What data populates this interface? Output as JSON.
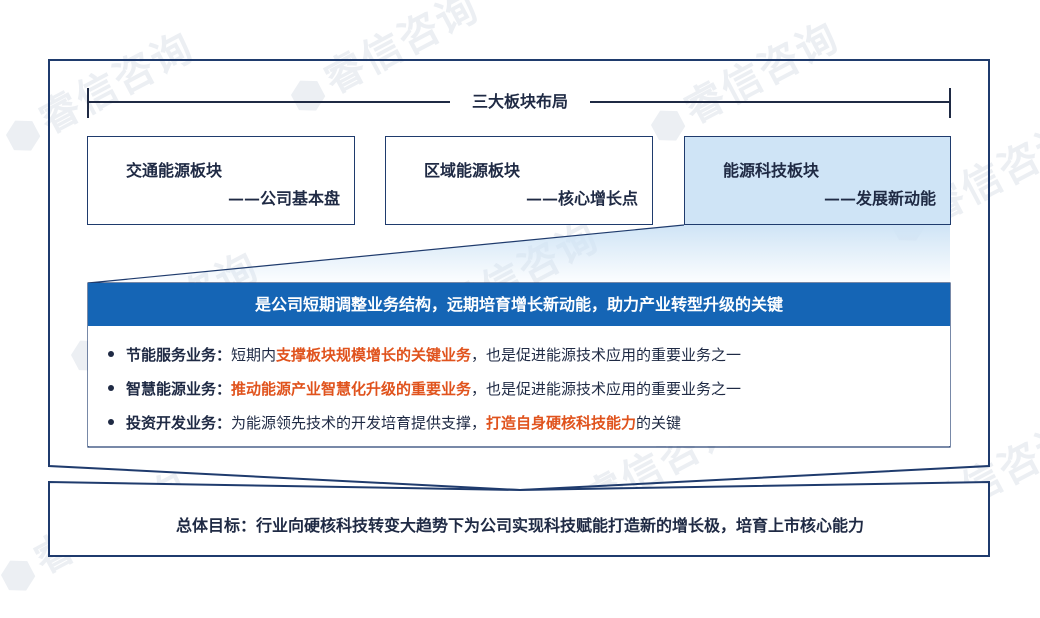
{
  "watermark": "睿信咨询",
  "section_title": "三大板块布局",
  "segments": [
    {
      "name": "交通能源板块",
      "sub": "——公司基本盘"
    },
    {
      "name": "区域能源板块",
      "sub": "——核心增长点"
    },
    {
      "name": "能源科技板块",
      "sub": "——发展新动能"
    }
  ],
  "banner": "是公司短期调整业务结构，远期培育增长新动能，助力产业转型升级的关键",
  "bullets": [
    {
      "label": "节能服务业务：",
      "pre": "短期内",
      "highlight": "支撑板块规模增长的关键业务",
      "post": "，也是促进能源技术应用的重要业务之一"
    },
    {
      "label": "智慧能源业务：",
      "pre": "",
      "highlight": "推动能源产业智慧化升级的重要业务",
      "post": "，也是促进能源技术应用的重要业务之一"
    },
    {
      "label": "投资开发业务：",
      "pre": "为能源领先技术的开发培育提供支撑，",
      "highlight": "打造自身硬核科技能力",
      "post": "的关键"
    }
  ],
  "goal": "总体目标：行业向硬核科技转变大趋势下为公司实现科技赋能打造新的增长极，培育上市核心能力",
  "colors": {
    "frame": "#1f3b6d",
    "banner": "#1565b5",
    "highlight_box": "#cfe4f6",
    "accent_text": "#e0531d"
  }
}
